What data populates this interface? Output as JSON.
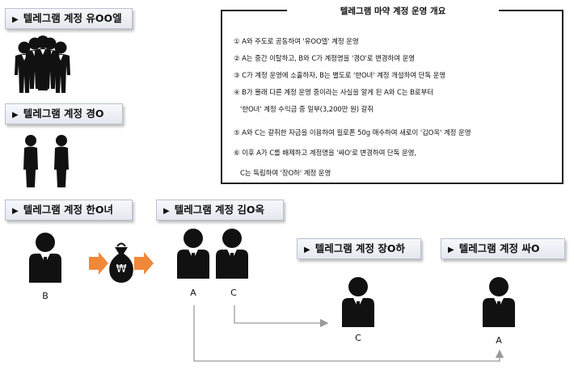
{
  "accounts": [
    {
      "id": "yu",
      "label": "텔레그램 계정 유OO엘"
    },
    {
      "id": "kyung",
      "label": "텔레그램 계정 경O"
    },
    {
      "id": "han",
      "label": "텔레그램 계정 한O녀"
    },
    {
      "id": "kim",
      "label": "텔레그램 계정 김O옥"
    },
    {
      "id": "jang",
      "label": "텔레그램 계정 장O하"
    },
    {
      "id": "ssa",
      "label": "텔레그램 계정 싸O"
    }
  ],
  "summary": {
    "title": "텔레그램 마약 계정 운영 개요",
    "lines": [
      "① A와 주도로 공동하여 '유OO엘' 계정 운영",
      "② A는 중간 이탈하고, B와 C가 계정명을 '경O'로 변경하여 운영",
      "③ C가 계정 운영에 소홀하자, B는 별도로 '한O녀' 계정 개설하여 단독 운영",
      "④ B가 몰래 다른 계정 운영 중이라는 사실을 알게 된 A와 C는 B로부터",
      "   '한O녀' 계정 수익금 중 일부(3,200만 원) 갈취",
      "⑤ A와 C는 갈취한 자금을 이용하여 필로폰 50g 매수하여 새로이 '김O옥' 계정 운영",
      "⑥ 이후 A가 C를 배제하고 계정명을 '싸O'로 변경하여 단독 운영,",
      "   C는 독립하여 '장O하' 계정 운영"
    ]
  },
  "persons": {
    "b": "B",
    "a": "A",
    "c": "C",
    "c2": "C",
    "a2": "A"
  },
  "money_symbol": "₩",
  "colors": {
    "arrow": "#f0883a",
    "person": "#111111",
    "flow": "#9a9a9a"
  }
}
